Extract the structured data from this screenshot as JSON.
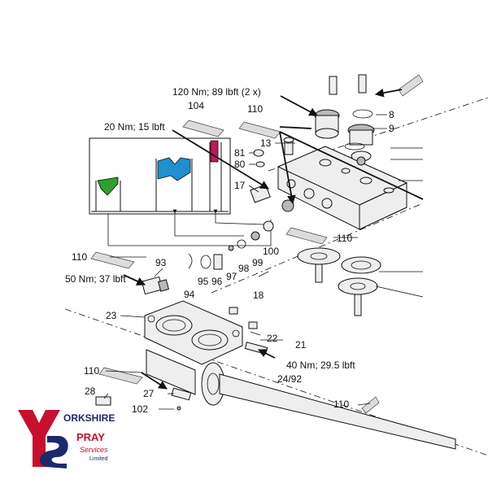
{
  "torque": {
    "t120": "120 Nm; 89 lbft (2 x)",
    "t20": "20 Nm; 15 lbft",
    "t50": "50 Nm; 37 lbft",
    "t40": "40 Nm; 29.5 lbft"
  },
  "labels": {
    "p104": "104",
    "p110a": "110",
    "p8": "8",
    "p9": "9",
    "p13": "13",
    "p81": "81",
    "p80": "80",
    "p17": "17",
    "p110b": "110",
    "p100": "100",
    "p99": "99",
    "p98": "98",
    "p97": "97",
    "p96": "96",
    "p95": "95",
    "p94": "94",
    "p93": "93",
    "p110c": "110",
    "p18": "18",
    "p23": "23",
    "p22": "22",
    "p21": "21",
    "p2492": "24/92",
    "p110d": "110",
    "p28": "28",
    "p27": "27",
    "p102": "102",
    "p110e": "110"
  },
  "logo": {
    "brand_top": "ORKSHIRE",
    "brand_mid": "PRAY",
    "brand_sub": "Services",
    "brand_ltd": "Limited",
    "colors": {
      "red": "#c8102e",
      "navy": "#1b2a6b"
    }
  },
  "colors": {
    "green": "#2ca02c",
    "blue": "#1f8fd0",
    "magenta": "#c2185b"
  }
}
